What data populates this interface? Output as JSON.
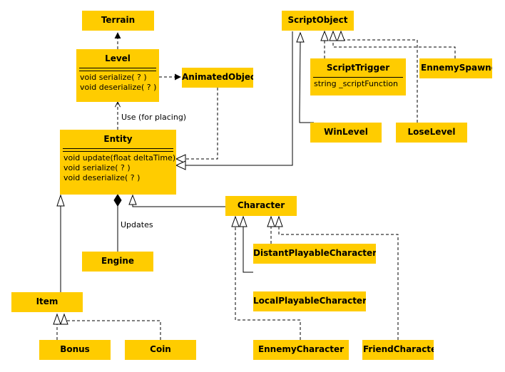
{
  "classes": {
    "terrain": {
      "name": "Terrain"
    },
    "level": {
      "name": "Level",
      "methods": [
        "void serialize( ? )",
        "void deserialize( ? )"
      ]
    },
    "animated_object": {
      "name": "AnimatedObject"
    },
    "entity": {
      "name": "Entity",
      "methods": [
        "void update(float deltaTime)",
        "void serialize( ? )",
        "void deserialize( ? )"
      ]
    },
    "script_object": {
      "name": "ScriptObject"
    },
    "script_trigger": {
      "name": "ScriptTrigger",
      "attributes": [
        "string _scriptFunction"
      ]
    },
    "ennemy_spawner": {
      "name": "EnnemySpawner"
    },
    "win_level": {
      "name": "WinLevel"
    },
    "lose_level": {
      "name": "LoseLevel"
    },
    "character": {
      "name": "Character"
    },
    "distant_playable_character": {
      "name": "DistantPlayableCharacter"
    },
    "local_playable_character": {
      "name": "LocalPlayableCharacter"
    },
    "ennemy_character": {
      "name": "EnnemyCharacter"
    },
    "friend_character": {
      "name": "FriendCharacter"
    },
    "engine": {
      "name": "Engine"
    },
    "item": {
      "name": "Item"
    },
    "bonus": {
      "name": "Bonus"
    },
    "coin": {
      "name": "Coin"
    }
  },
  "labels": {
    "use_for_placing": "Use (for placing)",
    "updates": "Updates"
  }
}
